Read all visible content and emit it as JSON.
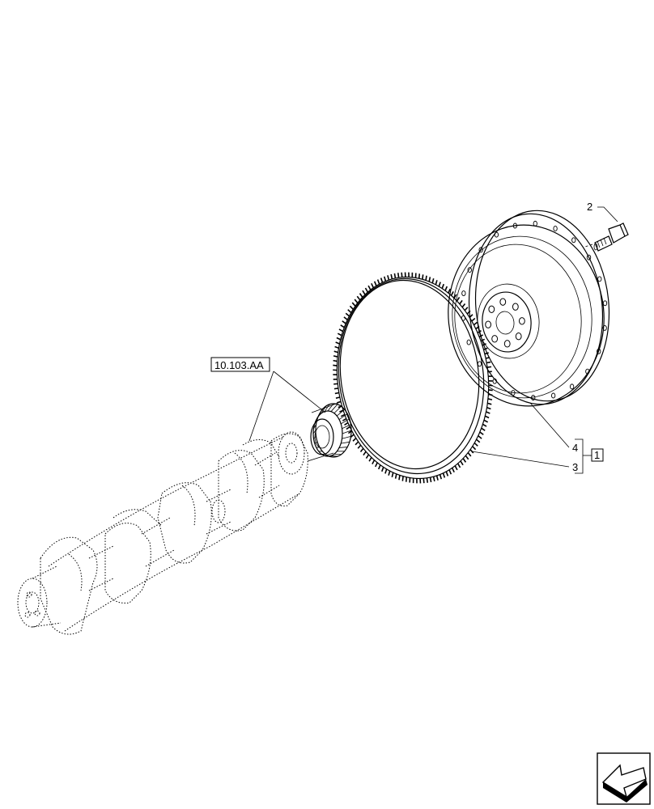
{
  "callouts": {
    "ref_assembly": "10.103.AA",
    "item_bolt": "2",
    "item_flywheel": "4",
    "item_ring_gear": "3",
    "group_ref": "1"
  },
  "icons": {
    "nav": "arrow-back-icon"
  }
}
